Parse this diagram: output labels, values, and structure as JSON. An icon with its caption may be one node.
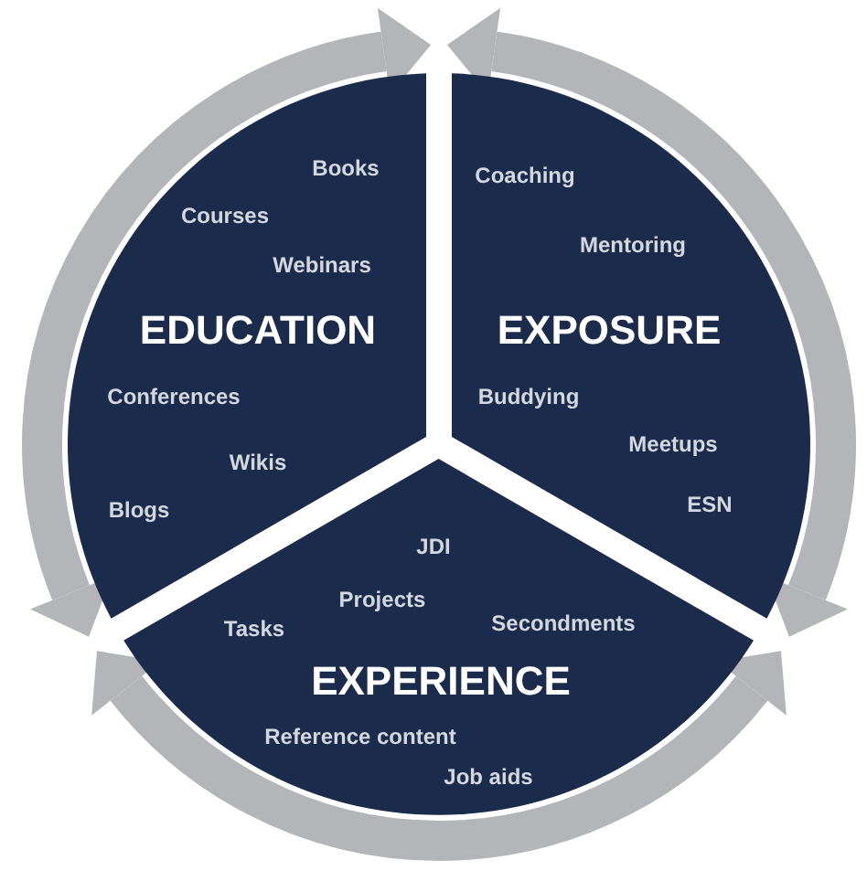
{
  "diagram": {
    "nodes": [
      {
        "text": [
          "Books",
          "Courses",
          "Webinars",
          "EDUCATION",
          "Conferences",
          "Wikis",
          "Blogs"
        ]
      },
      {
        "text": [
          "Coaching",
          "Mentoring",
          "EXPOSURE",
          "Buddying",
          "Meetups",
          "ESN"
        ]
      },
      {
        "text": [
          "JDI",
          "Projects",
          "Secondments",
          "Tasks",
          "EXPERIENCE",
          "Reference content",
          "Job aids"
        ]
      }
    ],
    "edges": [
      {
        "from": 2,
        "to": 1,
        "arrow": "both"
      },
      {
        "from": 0,
        "to": 2,
        "arrow": "both"
      },
      {
        "from": 1,
        "to": 0,
        "arrow": "both"
      }
    ]
  }
}
